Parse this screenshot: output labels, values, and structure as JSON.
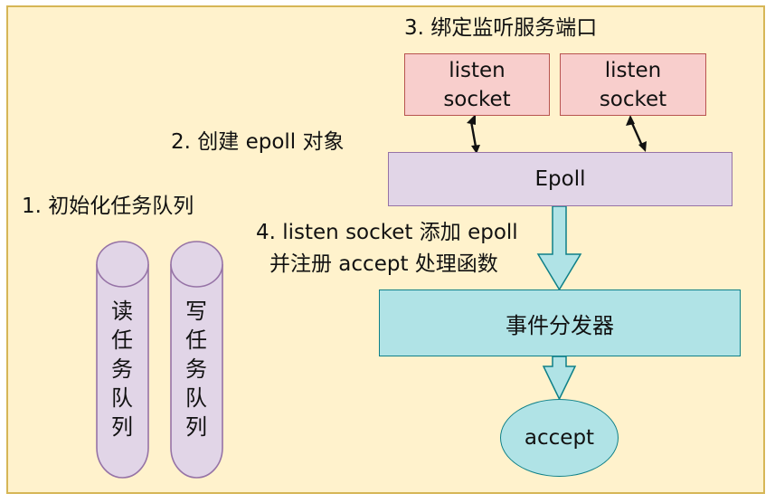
{
  "steps": {
    "init_queue": "1. 初始化任务队列",
    "create_epoll": "2. 创建 epoll 对象",
    "bind_port": "3. 绑定监听服务端口",
    "add_epoll_line1": "4. listen socket 添加 epoll",
    "add_epoll_line2": "并注册 accept 处理函数"
  },
  "nodes": {
    "listen_socket_1": "listen\nsocket",
    "listen_socket_2": "listen\nsocket",
    "epoll": "Epoll",
    "dispatcher": "事件分发器",
    "accept": "accept"
  },
  "queues": {
    "read": [
      "读",
      "任",
      "务",
      "队",
      "列"
    ],
    "write": [
      "写",
      "任",
      "务",
      "队",
      "列"
    ]
  },
  "colors": {
    "background": "#fff2cc",
    "background_border": "#d6b656",
    "listen_fill": "#f8cecc",
    "listen_border": "#b85450",
    "epoll_fill": "#e1d5e7",
    "epoll_border": "#9673a6",
    "dispatcher_fill": "#b0e3e6",
    "dispatcher_border": "#0e8088",
    "queue_fill": "#e1d5e7",
    "queue_border": "#9673a6"
  }
}
